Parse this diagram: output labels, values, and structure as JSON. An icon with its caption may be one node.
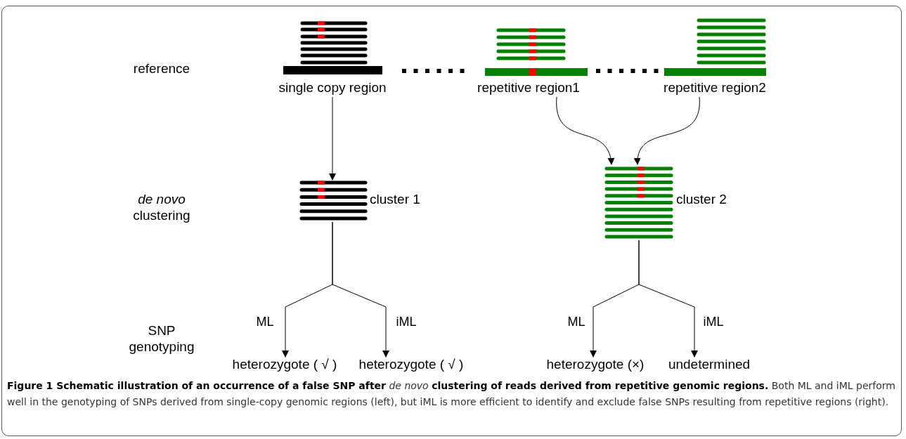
{
  "diagram": {
    "caption": "**Figure 1 Schematic illustration of an occurrence of a false SNP after** *de novo* **clustering of reads derived from repetitive genomic regions.** Both ML and iML perform well in the genotyping of SNPs derived from single-copy genomic regions (left), but iML is more efficient to identify and exclude false SNPs resulting from repetitive regions (right).",
    "nodes": [
      {
        "text": [
          "single copy region"
        ]
      },
      {
        "text": [
          "repetitive region1"
        ]
      },
      {
        "text": [
          "repetitive region2"
        ]
      },
      {
        "text": [
          "cluster 1"
        ]
      },
      {
        "text": [
          "cluster 2"
        ]
      },
      {
        "text": [
          "heterozygote ( √ )"
        ]
      },
      {
        "text": [
          "heterozygote ( √ )"
        ]
      },
      {
        "text": [
          "heterozygote (×)"
        ]
      },
      {
        "text": [
          "undetermined"
        ]
      }
    ],
    "edges": [
      {
        "from": 0,
        "to": 3,
        "arrow": "to"
      },
      {
        "from": 1,
        "to": 4,
        "arrow": "to"
      },
      {
        "from": 2,
        "to": 4,
        "arrow": "to"
      },
      {
        "from": 3,
        "to": 5,
        "arrow": "to",
        "label": "ML"
      },
      {
        "from": 3,
        "to": 6,
        "arrow": "to",
        "label": "iML"
      },
      {
        "from": 4,
        "to": 7,
        "arrow": "to",
        "label": "ML"
      },
      {
        "from": 4,
        "to": 8,
        "arrow": "to",
        "label": "iML"
      }
    ],
    "labels": [
      "reference",
      "*de novo* clustering",
      "SNP genotyping"
    ]
  }
}
